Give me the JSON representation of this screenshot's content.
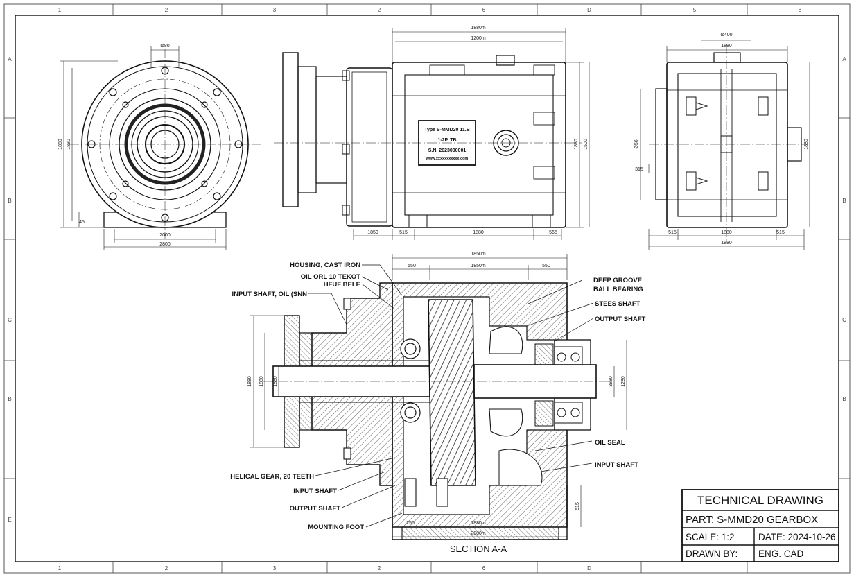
{
  "sheet": {
    "zones_top": [
      "1",
      "2",
      "3",
      "2",
      "6",
      "D",
      "5",
      "8"
    ],
    "zones_side": [
      "A",
      "B",
      "C",
      "B",
      "E"
    ]
  },
  "title_block": {
    "title": "TECHNICAL DRAWING",
    "part": "PART: S-MMD20 GEARBOX",
    "scale": "SCALE: 1:2",
    "date": "DATE: 2024-10-26",
    "drawn_by": "DRAWN BY:",
    "engineer": "ENG. CAD"
  },
  "section_title": "SECTION A-A",
  "callouts": {
    "housing": "HOUSING, CAST IRON",
    "oil_plug_1": "OIL ORL 10 TEKOT",
    "oil_plug_2": "HFUF BELE",
    "input_shaft_top": "INPUT SHAFT, OIL (SNN",
    "helical_gear": "HELICAL GEAR, 20 TEETH",
    "input_shaft_lower": "INPUT SHAFT",
    "output_shaft_lower": "OUTPUT SHAFT",
    "mounting_foot": "MOUNTING FOOT",
    "bearing_1": "DEEP GROOVE",
    "bearing_2": "BALL BEARING",
    "steel_shaft": "STEES SHAFT",
    "output_shaft_right": "OUTPUT SHAFT",
    "oil_seal": "OIL SEAL",
    "input_shaft_right": "INPUT SHAFT"
  },
  "nameplate": {
    "line1": "Type S-MMD20 11.B",
    "line2": "1-2P, TB",
    "line3": "S.N. 2023000001",
    "line4": "www.xxxxxxxxxxx.com"
  },
  "dimensions": {
    "front_top": "Ø80",
    "front_left_outer": "1880",
    "front_left_inner": "1880",
    "front_foot": "45",
    "front_bottom_1": "2000",
    "front_bottom_2": "2800",
    "side_overall": "1880m",
    "side_body": "1200m",
    "side_right_1": "1880",
    "side_right_2": "1500",
    "side_bottom_1": "1850",
    "side_bottom_2": "515",
    "side_bottom_3": "1880",
    "side_bottom_4": "565",
    "end_overall": "Ø400",
    "end_top": "1880",
    "end_left_1": "Ø56",
    "end_left_2": "315",
    "end_right": "1880",
    "end_bottom_1": "515",
    "end_bottom_2": "1880",
    "end_bottom_3": "515",
    "end_bottom_total": "1880",
    "sec_overall": "1850m",
    "sec_left": "550",
    "sec_mid": "1850m",
    "sec_right": "550",
    "sec_left_1": "1880",
    "sec_left_2": "1880",
    "sec_left_3": "1880",
    "sec_right_1": "3880",
    "sec_right_2": "1280",
    "sec_right_3": "515",
    "sec_bottom_1": "250",
    "sec_bottom_2": "1880m",
    "sec_bottom_total": "2880m"
  }
}
